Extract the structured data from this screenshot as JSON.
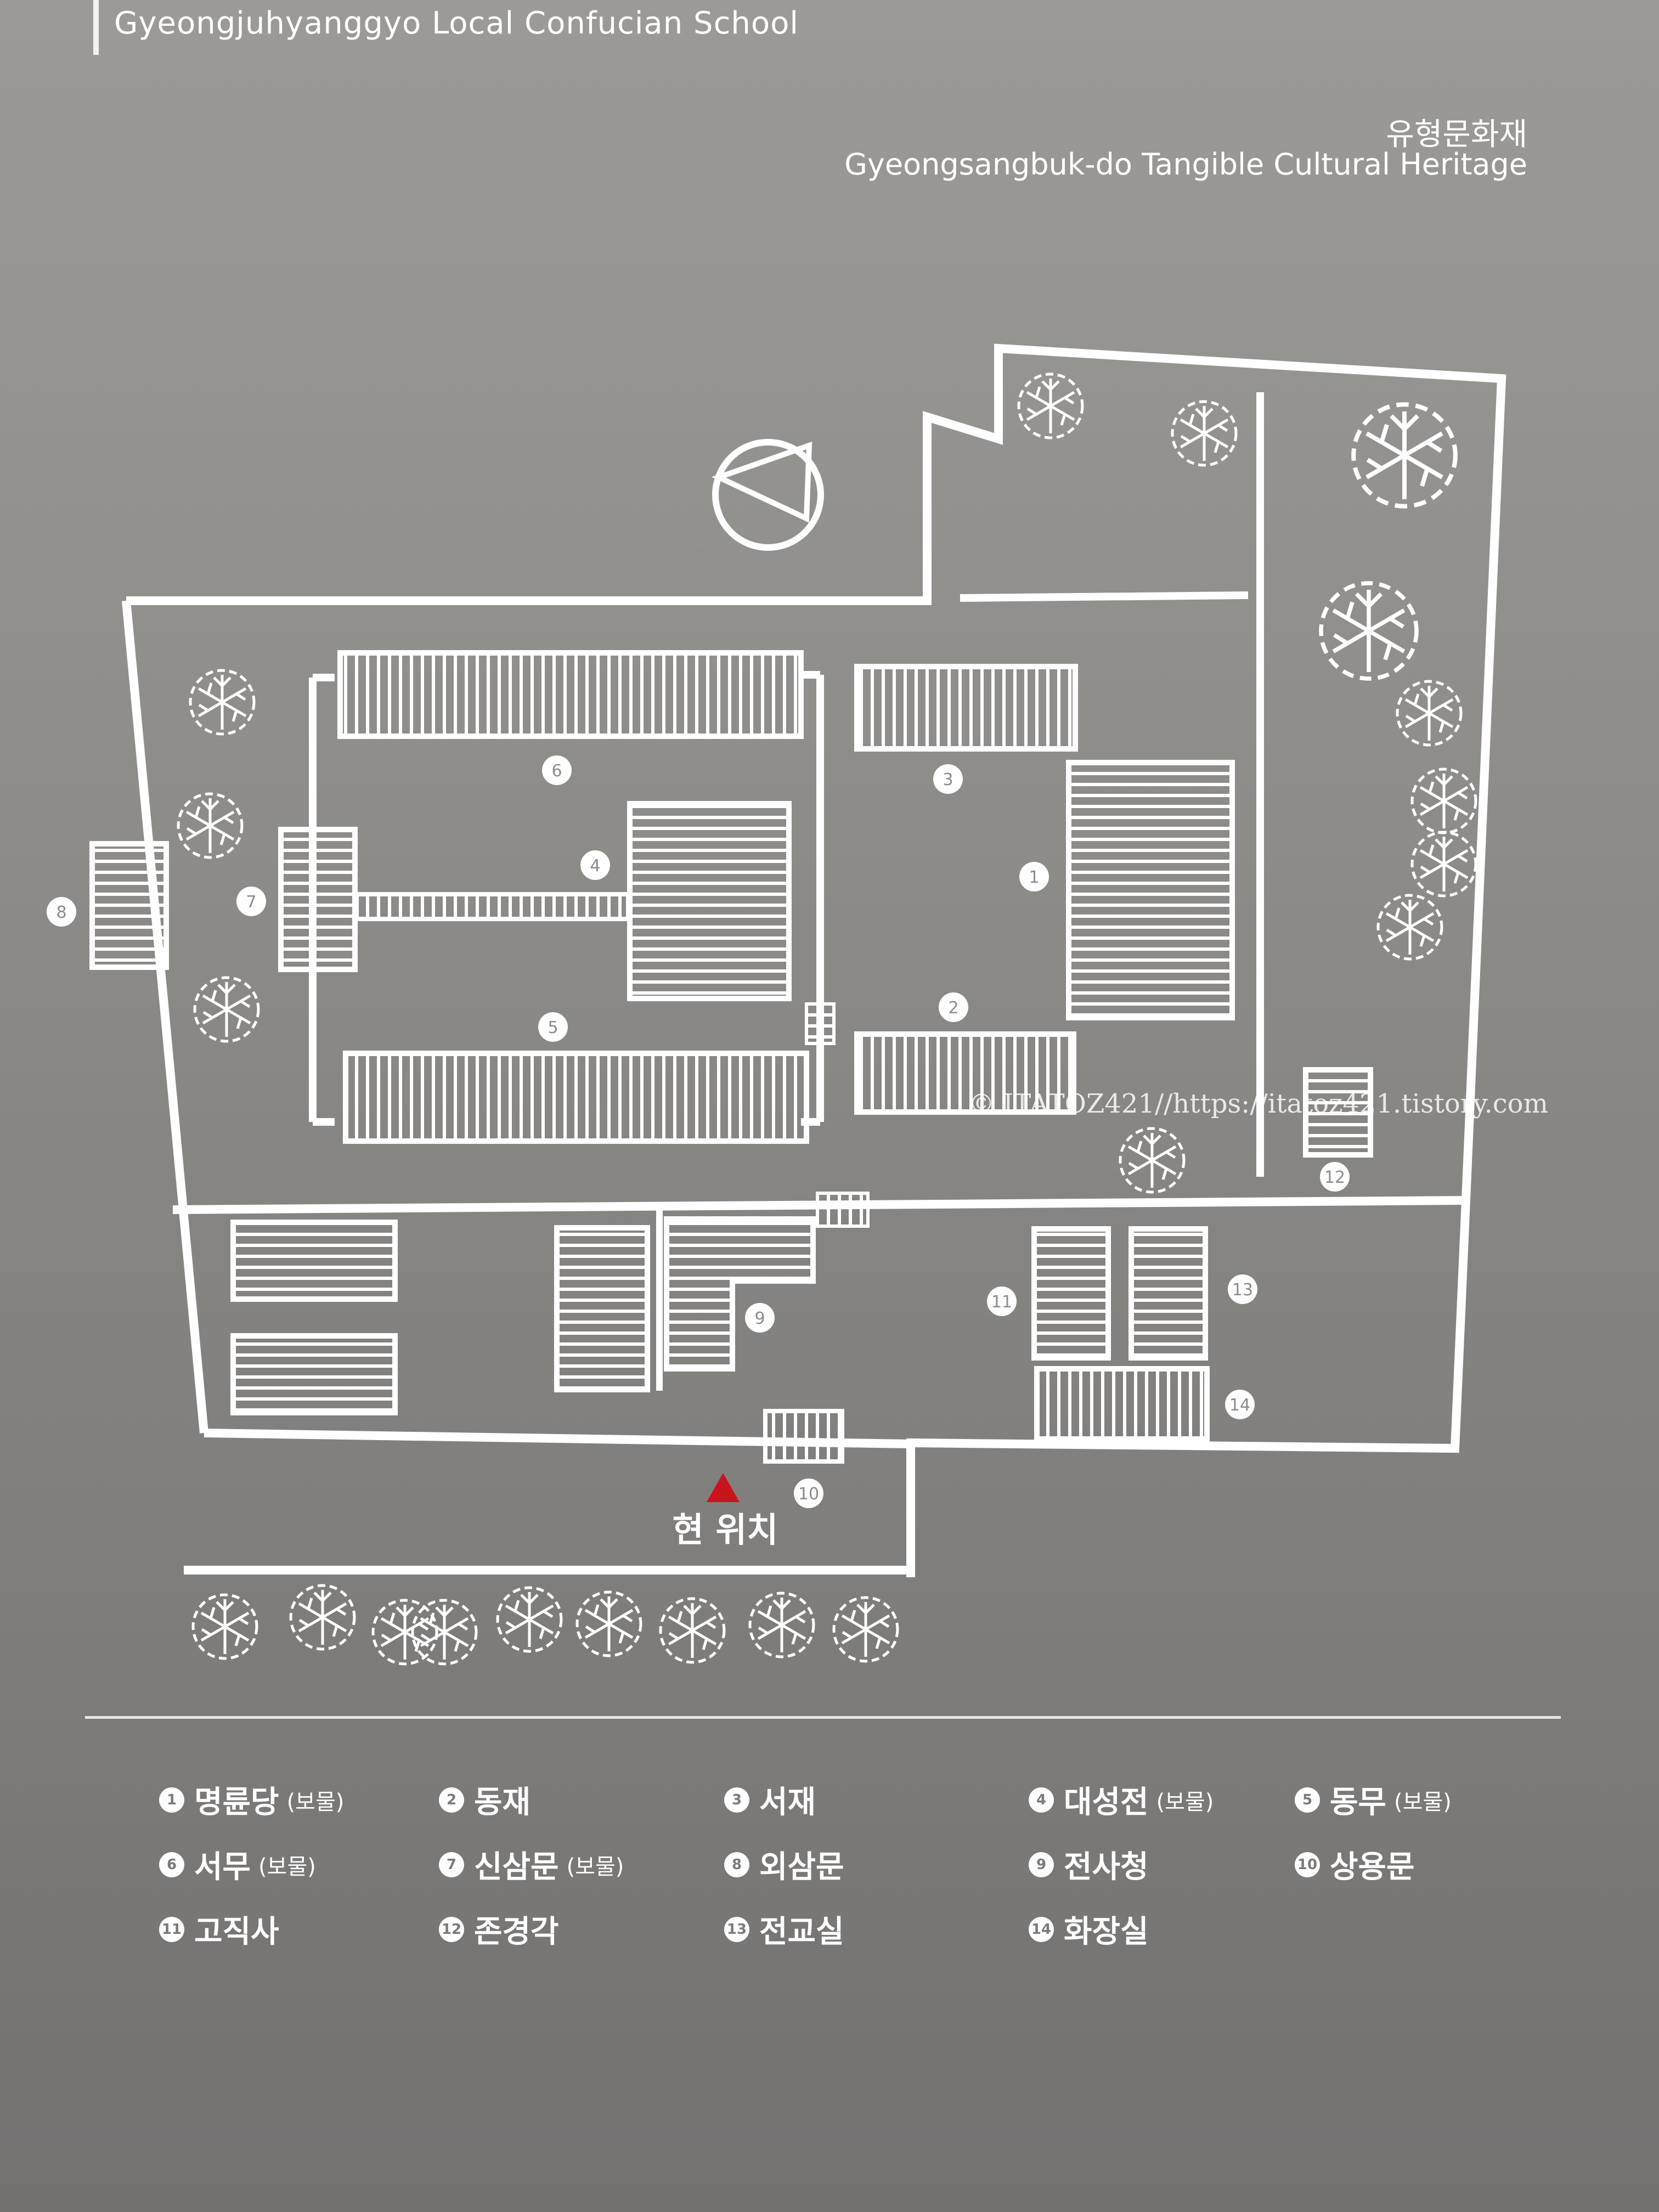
{
  "header": {
    "school_name": "Gyeongjuhyanggyo Local Confucian School",
    "heritage_ko": "유형문화재",
    "heritage_en": "Gyeongsangbuk-do Tangible Cultural Heritage"
  },
  "map": {
    "current_location": "현 위치",
    "watermark": "© ITATOZ421//https://itatoz421.tistory.com",
    "building_numbers": [
      "1",
      "2",
      "3",
      "4",
      "5",
      "6",
      "7",
      "8",
      "9",
      "10",
      "11",
      "12",
      "13",
      "14"
    ]
  },
  "legend": [
    {
      "num": "1",
      "name": "명륜당",
      "note": "(보물)"
    },
    {
      "num": "2",
      "name": "동재",
      "note": ""
    },
    {
      "num": "3",
      "name": "서재",
      "note": ""
    },
    {
      "num": "4",
      "name": "대성전",
      "note": "(보물)"
    },
    {
      "num": "5",
      "name": "동무",
      "note": "(보물)"
    },
    {
      "num": "6",
      "name": "서무",
      "note": "(보물)"
    },
    {
      "num": "7",
      "name": "신삼문",
      "note": "(보물)"
    },
    {
      "num": "8",
      "name": "외삼문",
      "note": ""
    },
    {
      "num": "9",
      "name": "전사청",
      "note": ""
    },
    {
      "num": "10",
      "name": "상용문",
      "note": ""
    },
    {
      "num": "11",
      "name": "고직사",
      "note": ""
    },
    {
      "num": "12",
      "name": "존경각",
      "note": ""
    },
    {
      "num": "13",
      "name": "전교실",
      "note": ""
    },
    {
      "num": "14",
      "name": "화장실",
      "note": ""
    }
  ],
  "colors": {
    "background": "#8f8d8a",
    "lines": "#ffffff",
    "marker": "#c8141c"
  }
}
